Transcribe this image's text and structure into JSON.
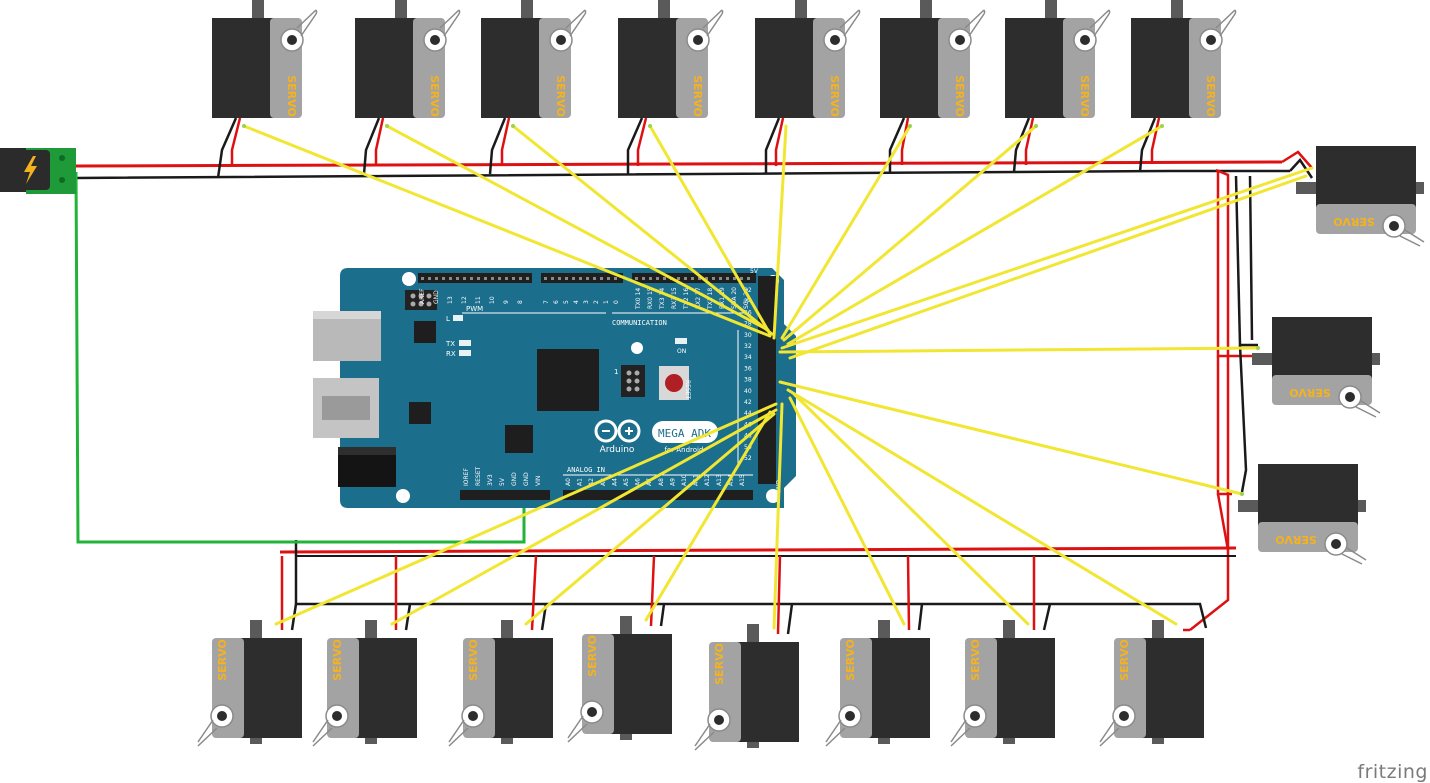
{
  "watermark": "fritzing",
  "board": {
    "brand": "Arduino",
    "model": "MEGA ADK",
    "subtitle": "for Android",
    "pwm_label": "PWM",
    "comm_label": "COMMUNICATION",
    "analog_label": "ANALOG IN",
    "reset_label": "RESET",
    "on_label": "ON",
    "tx_label": "TX",
    "rx_label": "RX",
    "l_label": "L",
    "five_v_label": "5V",
    "gnd_label": "GND",
    "icsp_label": "1",
    "top_header_pins": [
      "AREF",
      "GND",
      "13",
      "12",
      "11",
      "10",
      "9",
      "8",
      "7",
      "6",
      "5",
      "4",
      "3",
      "2",
      "1",
      "0"
    ],
    "comm_pins": [
      "TX0 14",
      "RX0 15",
      "TX3 14",
      "RX3 15",
      "TX2 16",
      "RX2 17",
      "TX1 18",
      "RX1 19",
      "SDA 20",
      "SCL 21"
    ],
    "right_pins": [
      "22",
      "24",
      "26",
      "28",
      "30",
      "32",
      "34",
      "36",
      "38",
      "40",
      "42",
      "44",
      "46",
      "48",
      "50",
      "52"
    ],
    "power_pins": [
      "IOREF",
      "RESET",
      "3V3",
      "5V",
      "GND",
      "GND",
      "VIN"
    ],
    "analog_pins": [
      "A0",
      "A1",
      "A2",
      "A3",
      "A4",
      "A5",
      "A6",
      "A7",
      "A8",
      "A9",
      "A10",
      "A11",
      "A12",
      "A13",
      "A14",
      "A15"
    ]
  },
  "servo_label": "SERVO",
  "colors": {
    "board": "#1b6e8c",
    "servo_body": "#2d2d2d",
    "servo_side": "#a3a3a3",
    "servo_text": "#f5b21f",
    "wire_red": "#dd1111",
    "wire_black": "#1a1a1a",
    "wire_yellow": "#f1e632",
    "wire_green": "#22b339",
    "jack_green": "#1f9a38"
  },
  "power_jack_icon": "lightning-bolt-icon"
}
